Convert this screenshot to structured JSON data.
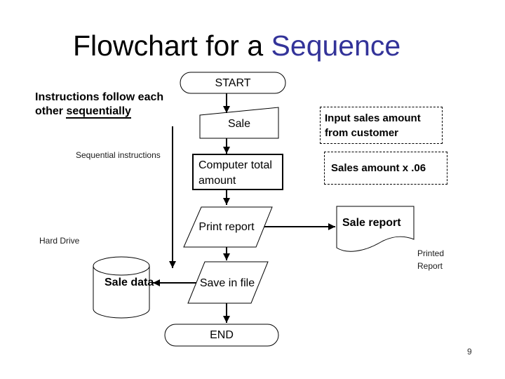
{
  "slide": {
    "title": {
      "prefix": "Flowchart for a ",
      "accent": "Sequence"
    },
    "page_number": "9"
  },
  "colors": {
    "accent": "#333399",
    "ink": "#000000",
    "muted_caption": "#1a1a1a"
  },
  "notes": {
    "instructions_prefix": "Instructions follow each other ",
    "instructions_underlined": "sequentially",
    "sequential_caption": "Sequential instructions",
    "hard_drive_caption": "Hard Drive",
    "printed_report_caption": "Printed Report",
    "input_note": "Input sales amount from customer",
    "calc_note": "Sales amount x .06"
  },
  "shapes": {
    "start": "START",
    "sale_input": "Sale",
    "compute_process": "Computer total amount",
    "print_output": "Print report",
    "sale_report_document": "Sale report",
    "sale_data_store": "Sale data",
    "save_output": "Save in file",
    "end": "END"
  }
}
